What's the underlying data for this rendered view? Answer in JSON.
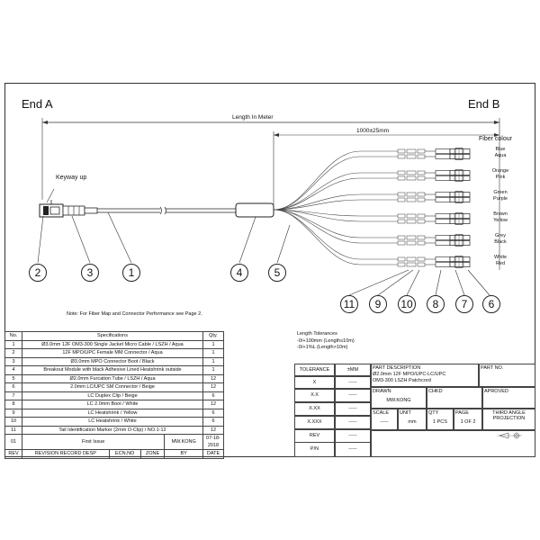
{
  "drawing": {
    "end_a": "End A",
    "end_b": "End B",
    "length_label": "Length In Meter",
    "breakout_length": "1000±25mm",
    "fiber_colour_title": "Fiber colour",
    "keyway_label": "Keyway up",
    "note": "Note: For Fiber Map and Connector Performance see Page 2.",
    "fiber_colours": [
      {
        "top": "Blue",
        "bottom": "Aqua"
      },
      {
        "top": "Orange",
        "bottom": "Pink"
      },
      {
        "top": "Green",
        "bottom": "Purple"
      },
      {
        "top": "Brown",
        "bottom": "Yellow"
      },
      {
        "top": "Grey",
        "bottom": "Black"
      },
      {
        "top": "White",
        "bottom": "Red"
      }
    ],
    "balloons": [
      "2",
      "3",
      "1",
      "4",
      "5",
      "11",
      "9",
      "10",
      "8",
      "7",
      "6"
    ]
  },
  "spec_table": {
    "headers": [
      "No.",
      "Specifications",
      "Qty."
    ],
    "rows": [
      [
        "1",
        "Ø3.0mm 12F OM3-300 Single Jacket Micro Cable / LSZH / Aqua",
        "1"
      ],
      [
        "2",
        "12F MPO/UPC Female MM Connector / Aqua",
        "1"
      ],
      [
        "3",
        "Ø3.0mm MPO Connector Boot / Black",
        "1"
      ],
      [
        "4",
        "Breakout Module with black Adhesive Lined Heatshrink outside",
        "1"
      ],
      [
        "5",
        "Ø2.0mm Furcation Tube / LSZH / Aqua",
        "12"
      ],
      [
        "6",
        "2.0mm LC/UPC SM Connector / Beige",
        "12"
      ],
      [
        "7",
        "LC Duplex Clip / Beige",
        "6"
      ],
      [
        "8",
        "LC 2.0mm Boot / White",
        "12"
      ],
      [
        "9",
        "LC Heatshrink / Yellow",
        "6"
      ],
      [
        "10",
        "LC Heatshrink / White",
        "6"
      ],
      [
        "11",
        "Tail Identification Marker (2mm O-Clip) / NO.1-12",
        "12"
      ]
    ],
    "revision_row": [
      "01",
      "First Issue",
      "MW.KONG",
      "07-18-2018"
    ],
    "footer": [
      "REV",
      "REVISION RECORD DESP",
      "ECN.NO",
      "ZONE",
      "BY",
      "DATE"
    ]
  },
  "tolerances": {
    "title": "Length Tolerances",
    "line1": "-0/+100mm (Length≤10m)",
    "line2": "-0/+1%L (Length>10m)"
  },
  "title_block": {
    "tolerance_hdr": "TOLERANCE",
    "mm_hdr": "±MM",
    "rows": [
      {
        "label": "X",
        "value": "-----"
      },
      {
        "label": "X.X",
        "value": "-----"
      },
      {
        "label": "X.XX",
        "value": "-----"
      },
      {
        "label": "X.XXX",
        "value": "-----"
      },
      {
        "label": "REV",
        "value": "-----"
      },
      {
        "label": "P/N",
        "value": "-----"
      }
    ],
    "part_desc_label": "PART DESCRIPTION",
    "part_desc_1": "Ø2.0mm 12F MPO/UPC-LC/UPC",
    "part_desc_2": "OM3-300 LSZH Patchcord",
    "part_no_label": "PART NO.",
    "drawn_label": "DRAWN",
    "drawn_value": "MW.KONG",
    "chkd_label": "CHKD",
    "approved_label": "APROVED",
    "scale_label": "SCALE",
    "scale_value": "-----",
    "unit_label": "UNIT",
    "unit_value": "mm",
    "qty_label": "QTY",
    "qty_value": "1 PCS",
    "page_label": "PAGE",
    "page_value": "1 OF 2",
    "projection_label": "THIRD ANGLE PROJECTION"
  }
}
